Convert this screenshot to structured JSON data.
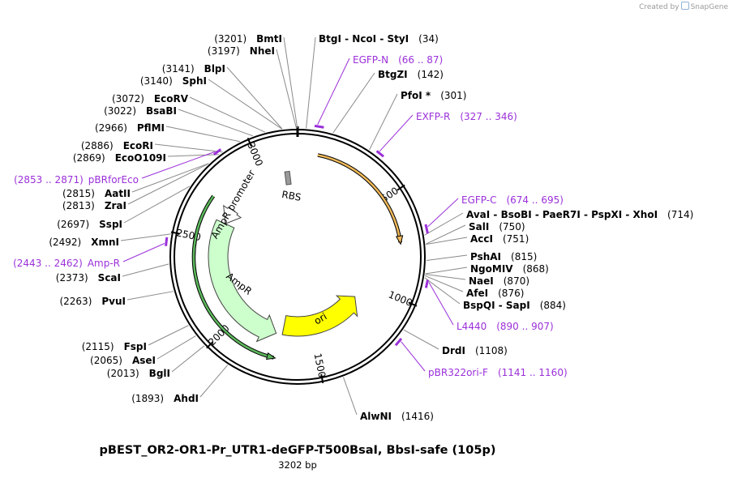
{
  "credit": {
    "prefix": "Created by",
    "brand": "SnapGene"
  },
  "title": "pBEST_OR2-OR1-Pr_UTR1-deGFP-T500BsaI, BbsI-safe (105p)",
  "length_label": "3202 bp",
  "ring_ticks": [
    {
      "pos": 500,
      "label": "500"
    },
    {
      "pos": 1000,
      "label": "1000"
    },
    {
      "pos": 1500,
      "label": "1500"
    },
    {
      "pos": 2000,
      "label": "2000"
    },
    {
      "pos": 2500,
      "label": "2500"
    },
    {
      "pos": 3000,
      "label": "3000"
    }
  ],
  "features": [
    {
      "name": "RBS",
      "start": 3140,
      "end": 3160,
      "color": "#9a9a9a",
      "type": "rbs"
    },
    {
      "name": "ori",
      "start": 1110,
      "end": 1700,
      "color": "#ffff00",
      "type": "ori"
    },
    {
      "name": "AmpR",
      "start": 1740,
      "end": 2620,
      "color": "#ccffcc",
      "type": "cds"
    },
    {
      "name": "AmpR promoter",
      "start": 2620,
      "end": 2720,
      "color": "#ffffff",
      "type": "promoter"
    }
  ],
  "orf_arcs": [
    {
      "start": 100,
      "end": 730,
      "color": "#f0b95a",
      "direction": "cw"
    },
    {
      "start": 1720,
      "end": 2720,
      "color": "#5cb85c",
      "direction": "ccw"
    }
  ],
  "enzymes": [
    {
      "label": "BmtI",
      "pos": "(3201)"
    },
    {
      "label": "NheI",
      "pos": "(3197)"
    },
    {
      "label": "BlpI",
      "pos": "(3141)"
    },
    {
      "label": "SphI",
      "pos": "(3140)"
    },
    {
      "label": "EcoRV",
      "pos": "(3072)"
    },
    {
      "label": "BsaBI",
      "pos": "(3022)"
    },
    {
      "label": "PflMI",
      "pos": "(2966)"
    },
    {
      "label": "EcoRI",
      "pos": "(2886)"
    },
    {
      "label": "EcoO109I",
      "pos": "(2869)"
    },
    {
      "label": "AatII",
      "pos": "(2815)"
    },
    {
      "label": "ZraI",
      "pos": "(2813)"
    },
    {
      "label": "SspI",
      "pos": "(2697)"
    },
    {
      "label": "XmnI",
      "pos": "(2492)"
    },
    {
      "label": "ScaI",
      "pos": "(2373)"
    },
    {
      "label": "PvuI",
      "pos": "(2263)"
    },
    {
      "label": "FspI",
      "pos": "(2115)"
    },
    {
      "label": "AseI",
      "pos": "(2065)"
    },
    {
      "label": "BglI",
      "pos": "(2013)"
    },
    {
      "label": "AhdI",
      "pos": "(1893)"
    },
    {
      "label": "BtgI  -  NcoI  -  StyI",
      "pos": "(34)"
    },
    {
      "label": "BtgZI",
      "pos": "(142)"
    },
    {
      "label": "PfoI *",
      "pos": "(301)"
    },
    {
      "label": "AvaI  -  BsoBI  -  PaeR7I  -  PspXI  -  XhoI",
      "pos": "(714)"
    },
    {
      "label": "SalI",
      "pos": "(750)"
    },
    {
      "label": "AccI",
      "pos": "(751)"
    },
    {
      "label": "PshAI",
      "pos": "(815)"
    },
    {
      "label": "NgoMIV",
      "pos": "(868)"
    },
    {
      "label": "NaeI",
      "pos": "(870)"
    },
    {
      "label": "AfeI",
      "pos": "(876)"
    },
    {
      "label": "BspQI  -  SapI",
      "pos": "(884)"
    },
    {
      "label": "DrdI",
      "pos": "(1108)"
    },
    {
      "label": "AlwNI",
      "pos": "(1416)"
    }
  ],
  "primers": [
    {
      "label": "EGFP-N",
      "range": "(66 .. 87)",
      "start": 66,
      "end": 87
    },
    {
      "label": "EXFP-R",
      "range": "(327 .. 346)",
      "start": 327,
      "end": 346
    },
    {
      "label": "EGFP-C",
      "range": "(674 .. 695)",
      "start": 674,
      "end": 695
    },
    {
      "label": "L4440",
      "range": "(890 .. 907)",
      "start": 890,
      "end": 907
    },
    {
      "label": "pBR322ori-F",
      "range": "(1141 .. 1160)",
      "start": 1141,
      "end": 1160
    },
    {
      "label": "Amp-R",
      "range": "(2443 .. 2462)",
      "start": 2443,
      "end": 2462
    },
    {
      "label": "pBRforEco",
      "range": "(2853 .. 2871)",
      "start": 2853,
      "end": 2871
    }
  ]
}
